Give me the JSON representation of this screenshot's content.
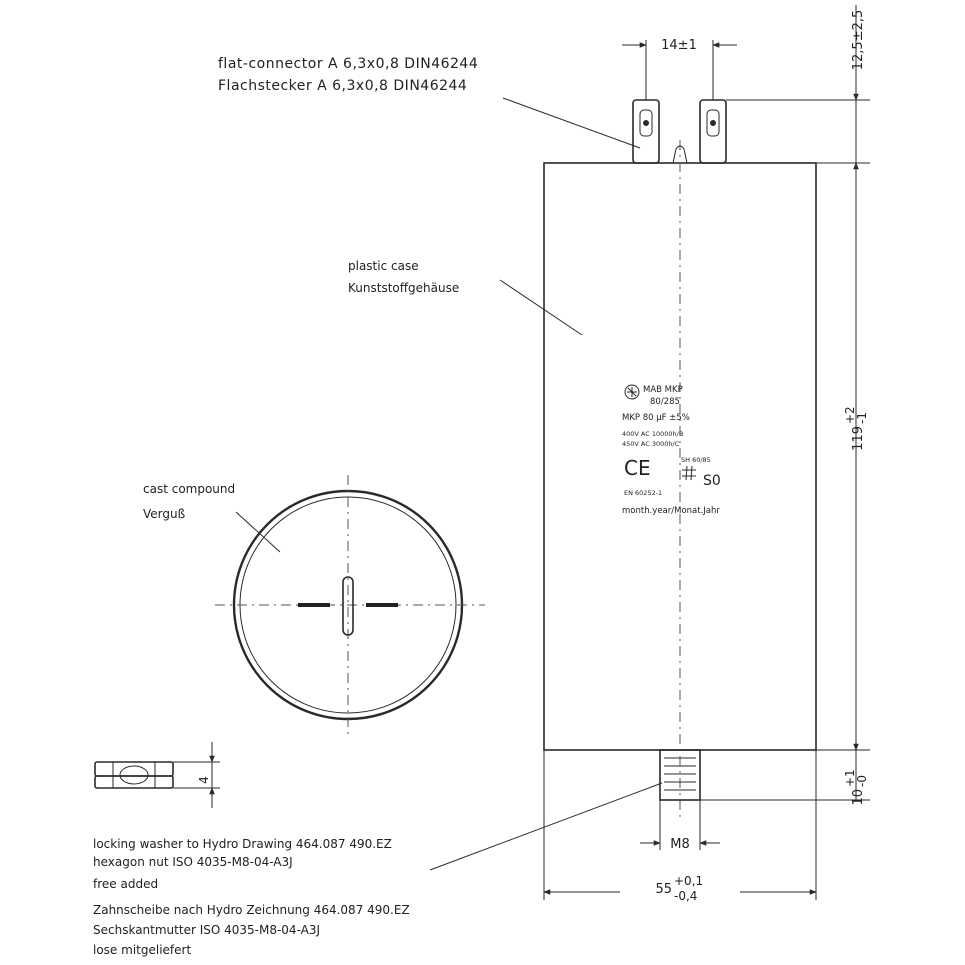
{
  "callouts": {
    "connector_en": "flat-connector A 6,3x0,8 DIN46244",
    "connector_de": "Flachstecker A 6,3x0,8 DIN46244",
    "case_en": "plastic case",
    "case_de": "Kunststoffgehäuse",
    "compound_en": "cast compound",
    "compound_de": "Verguß"
  },
  "dimensions": {
    "terminal_spacing": "14±1",
    "terminal_height": "12,5±2,5",
    "body_height_base": "119",
    "body_height_tol_upper": "+2",
    "body_height_tol_lower": "-1",
    "stud_length_base": "10",
    "stud_length_tol_upper": "+1",
    "stud_length_tol_lower": "-0",
    "stud_thread": "M8",
    "diameter_base": "55",
    "diameter_tol_upper": "+0,1",
    "diameter_tol_lower": "-0,4",
    "nut_height": "4"
  },
  "nameplate": {
    "line1": "MAB MKP",
    "line2": "80/285",
    "line3": "MKP 80 µF ±5%",
    "line4": "400V AC 10000h/B",
    "line5": "450V AC 3000h/C",
    "line6": "SH 60/85",
    "mark_ce": "CE",
    "mark_s": "S0",
    "mark_small": "EN 60252-1",
    "date_note": "month.year/Monat.Jahr"
  },
  "notes": [
    "locking washer to Hydro Drawing 464.087 490.EZ",
    "hexagon nut ISO 4035-M8-04-A3J",
    "free added",
    "Zahnscheibe nach Hydro Zeichnung 464.087 490.EZ",
    "Sechskantmutter ISO 4035-M8-04-A3J",
    "lose mitgeliefert"
  ]
}
